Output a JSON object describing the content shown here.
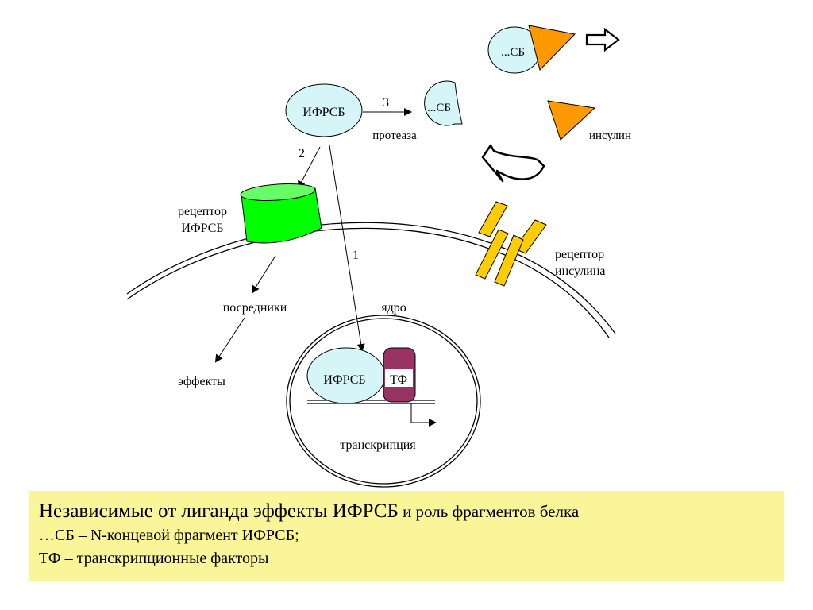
{
  "labels": {
    "ifrsb_top": "ИФРСБ",
    "sb_top_right": "...СБ",
    "sb_middle": "...СБ",
    "step_3": "3",
    "step_2": "2",
    "step_1": "1",
    "protease": "протеаза",
    "insulin": "инсулин",
    "receptor_ifrsb_line1": "рецептор",
    "receptor_ifrsb_line2": "ИФРСБ",
    "receptor_insulin_line1": "рецептор",
    "receptor_insulin_line2": "инсулина",
    "mediators": "посредники",
    "effects": "эффекты",
    "nucleus": "ядро",
    "ifrsb_nucleus": "ИФРСБ",
    "tf": "ТФ",
    "transcription": "транскрипция"
  },
  "caption": {
    "title_large": "Независимые от лиганда эффекты ИФРСБ",
    "title_small": " и роль фрагментов белка",
    "line2": "…СБ – N-концевой фрагмент ИФРСБ;",
    "line3": "ТФ – транскрипционные факторы"
  },
  "colors": {
    "ifrsb_fill": "#d6f5f9",
    "insulin_fill": "#ff9900",
    "receptor_ifrsb_fill": "#00ff00",
    "receptor_insulin_fill": "#ffcc00",
    "tf_fill": "#993366",
    "caption_bg": "#fbf599"
  }
}
